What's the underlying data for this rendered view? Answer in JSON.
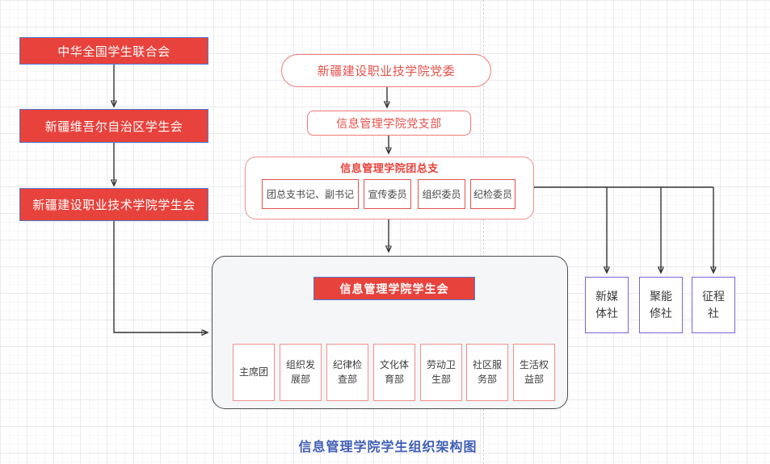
{
  "org": {
    "left_chain": [
      "中华全国学生联合会",
      "新疆维吾尔自治区学生会",
      "新疆建设职业技术学院学生会"
    ],
    "party_committee": "新疆建设职业技学院党委",
    "party_branch": "信息管理学院党支部",
    "league": {
      "title": "信息管理学院团总支",
      "roles": [
        "团总支书记、副书记",
        "宣传委员",
        "组织委员",
        "纪检委员"
      ]
    },
    "student_union": {
      "title": "信息管理学院学生会",
      "departments": [
        "主席团",
        "组织发展部",
        "纪律检查部",
        "文化体育部",
        "劳动卫生部",
        "社区服务部",
        "生活权益部"
      ]
    },
    "societies": [
      "新媒体社",
      "聚能修社",
      "征程社"
    ],
    "caption": "信息管理学院学生组织架构图"
  },
  "colors": {
    "node_red_fill": "#e8423c",
    "node_blue_border": "#4d7cd6",
    "red_outline": "#ef7b76",
    "role_border": "#e4524c",
    "dept_border": "#f0908c",
    "society_border": "#7e62d8",
    "container_fill": "#f5f6f7",
    "container_border": "#4a4a4a",
    "connector": "#333333",
    "caption_blue": "#3f5eb5"
  }
}
